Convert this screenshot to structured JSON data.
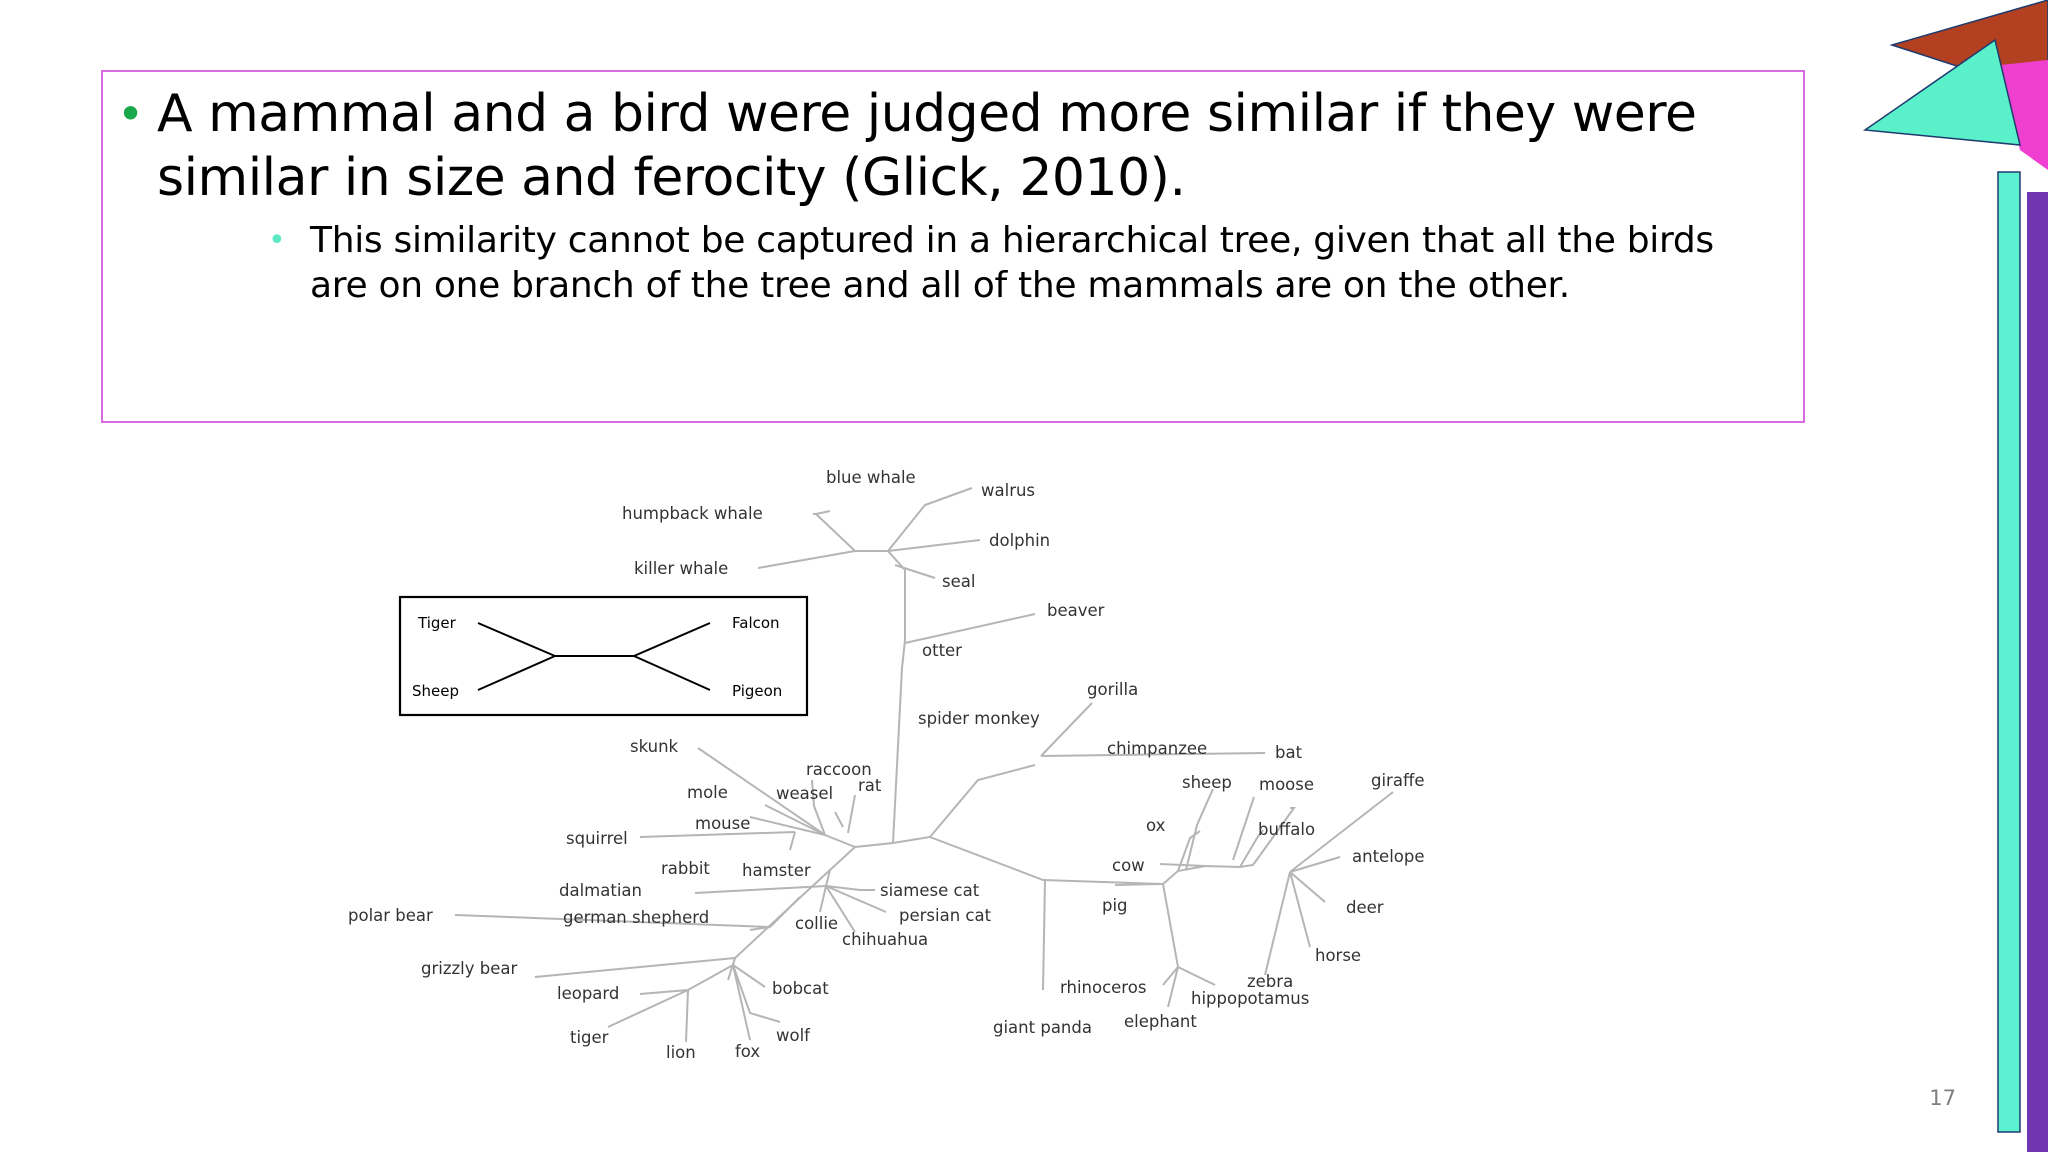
{
  "slide": {
    "bullet_main": "A mammal and a bird were judged more similar if they were similar in size and ferocity (Glick, 2010).",
    "bullet_sub": "This similarity cannot be captured in a hierarchical tree, given that all the birds are on one branch of the tree and all of the mammals are on the other.",
    "page_number": "17"
  },
  "inset": {
    "labels": [
      "Tiger",
      "Sheep",
      "Falcon",
      "Pigeon"
    ]
  },
  "tree": {
    "labels": [
      "blue whale",
      "walrus",
      "humpback whale",
      "dolphin",
      "killer whale",
      "seal",
      "beaver",
      "otter",
      "gorilla",
      "spider monkey",
      "chimpanzee",
      "bat",
      "skunk",
      "raccoon",
      "rat",
      "mole",
      "weasel",
      "sheep",
      "moose",
      "giraffe",
      "mouse",
      "ox",
      "buffalo",
      "squirrel",
      "cow",
      "antelope",
      "rabbit",
      "hamster",
      "dalmatian",
      "siamese cat",
      "persian cat",
      "pig",
      "deer",
      "polar bear",
      "german shepherd",
      "collie",
      "chihuahua",
      "horse",
      "grizzly bear",
      "zebra",
      "rhinoceros",
      "hippopotamus",
      "leopard",
      "bobcat",
      "elephant",
      "giant panda",
      "wolf",
      "tiger",
      "lion",
      "fox"
    ]
  }
}
